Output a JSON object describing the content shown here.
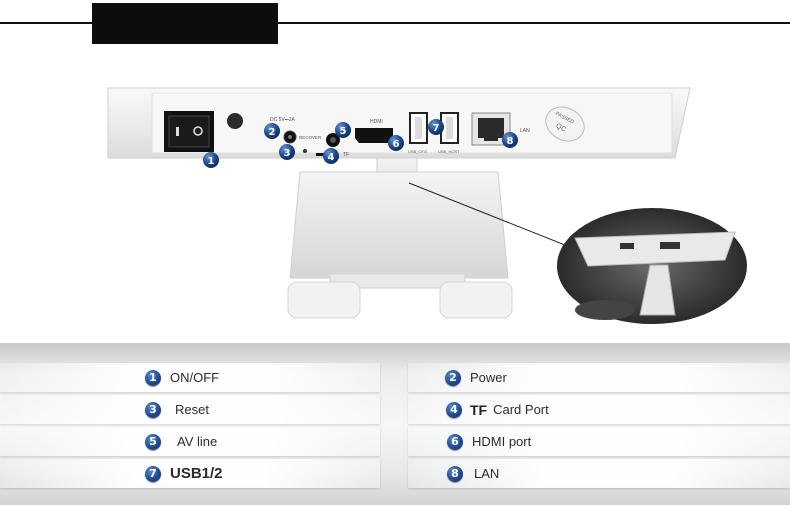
{
  "diagram": {
    "ports": [
      {
        "num": "1",
        "label": "ON/OFF"
      },
      {
        "num": "2",
        "label": "Power"
      },
      {
        "num": "3",
        "label": "Reset"
      },
      {
        "num": "4",
        "prefix": "TF",
        "label": "Card Port"
      },
      {
        "num": "5",
        "label": "AV line"
      },
      {
        "num": "6",
        "label": "HDMI port"
      },
      {
        "num": "7",
        "label": "USB1/2"
      },
      {
        "num": "8",
        "label": "LAN"
      }
    ],
    "panel_text": {
      "dc": "DC 5V⎓2A",
      "recover": "RECOVER",
      "tf": "TF",
      "hdmi": "HDMI",
      "usb_otg": "USB_OTG",
      "usb_host": "USB_HOST",
      "lan": "LAN",
      "passed": "PASSED",
      "qc": "QC"
    },
    "colors": {
      "badge": "#1d4c93",
      "device": "#f2f2f2"
    }
  }
}
